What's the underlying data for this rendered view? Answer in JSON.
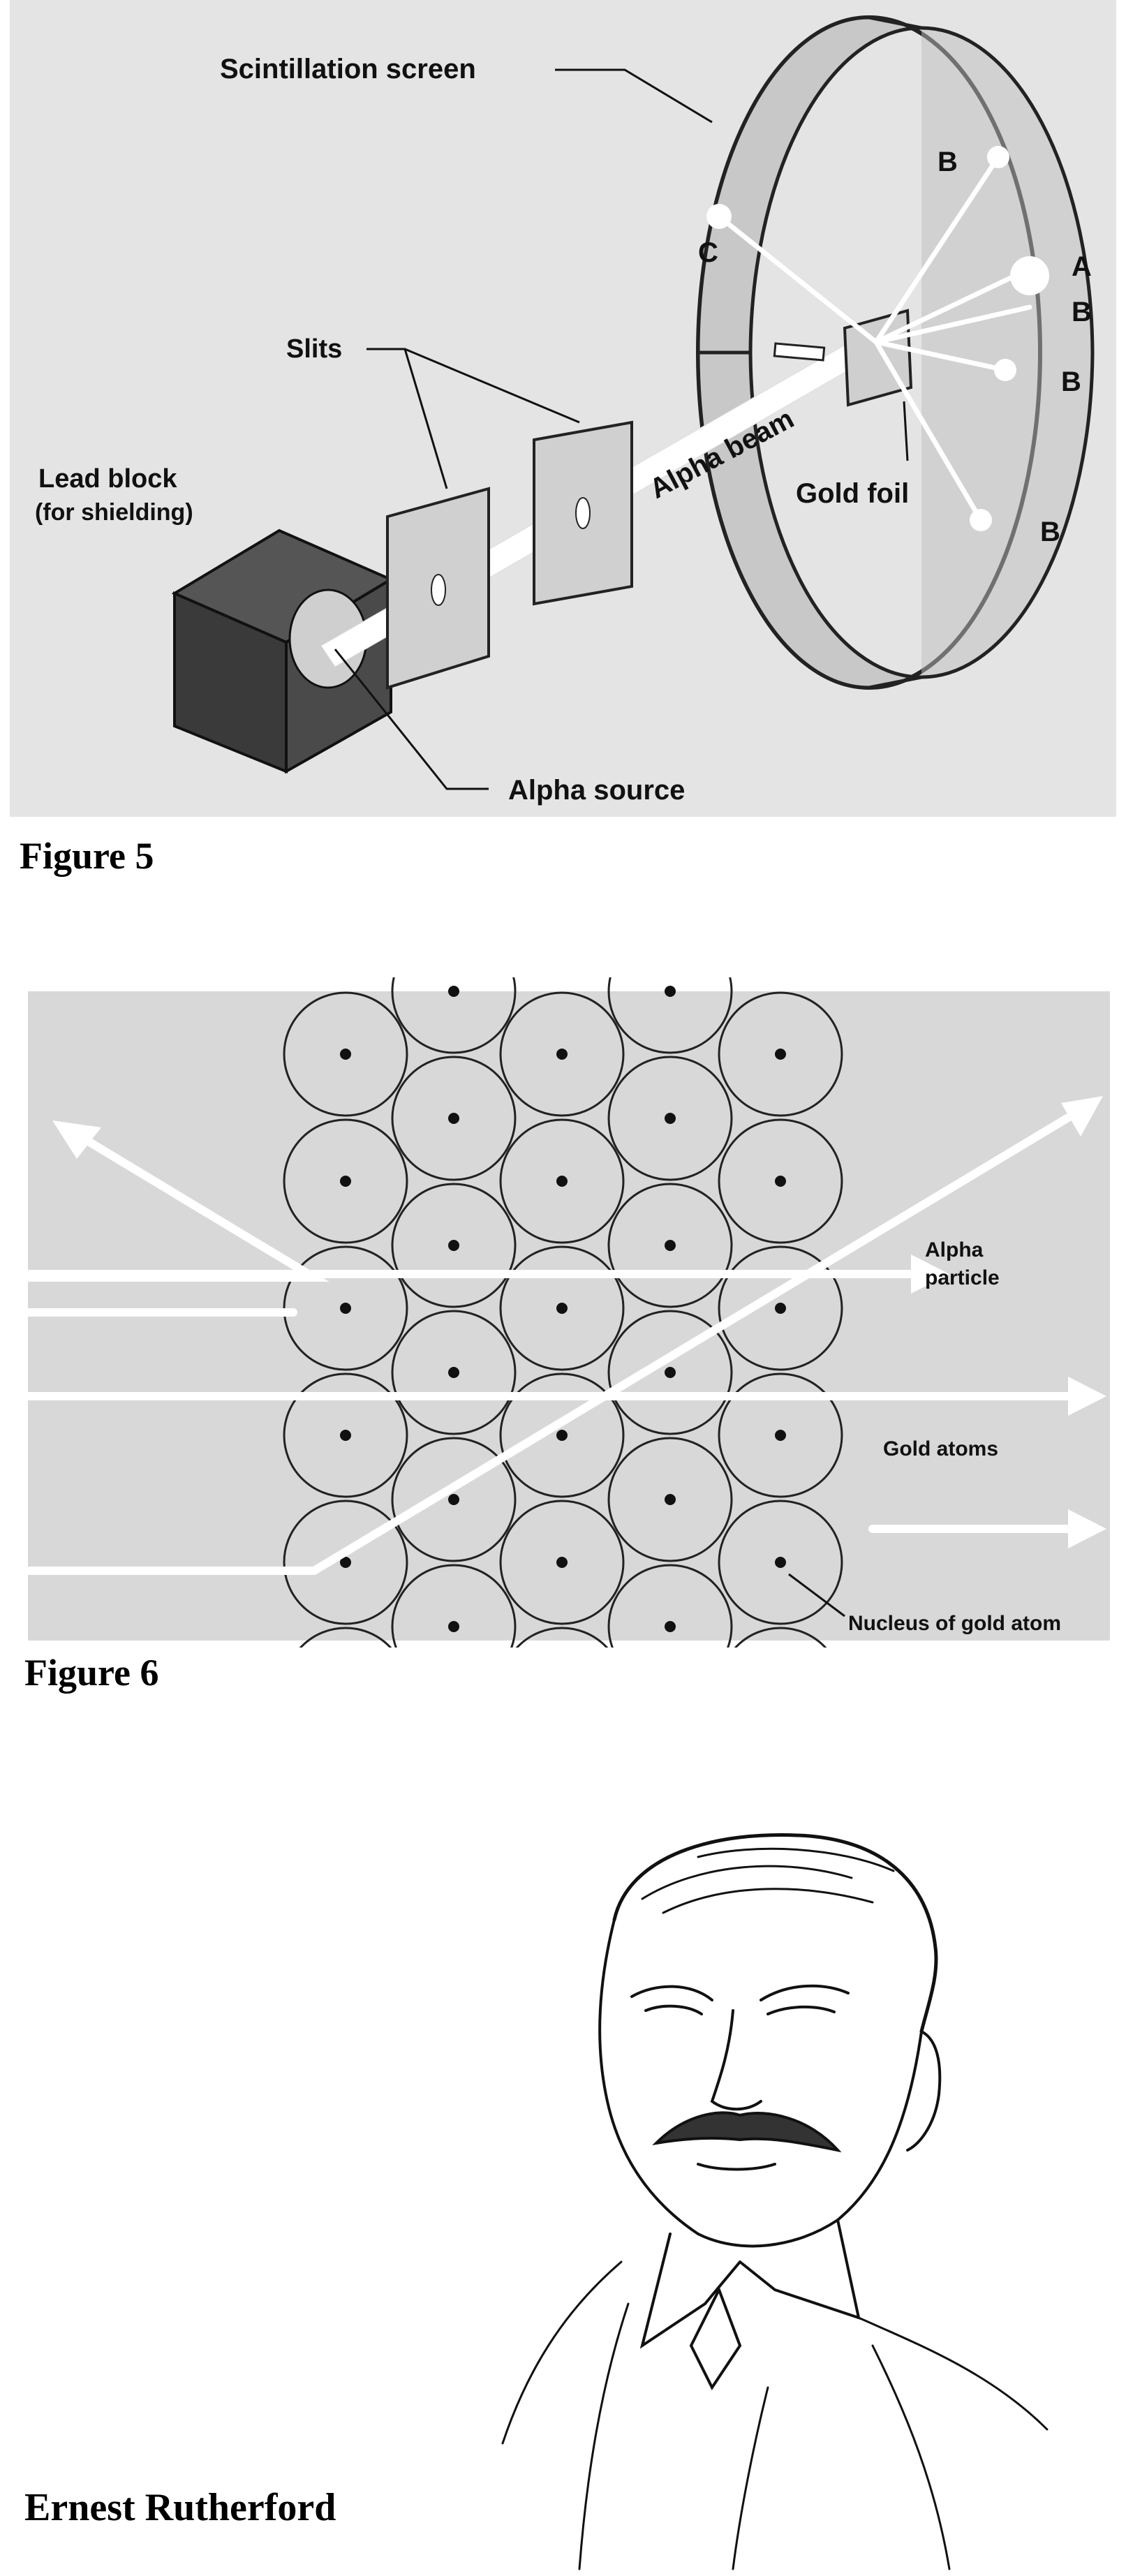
{
  "figure5": {
    "caption": "Figure 5",
    "labels": {
      "screen": "Scintillation screen",
      "slits": "Slits",
      "lead_block_1": "Lead block",
      "lead_block_2": "(for shielding)",
      "alpha_beam": "Alpha beam",
      "gold_foil": "Gold foil",
      "alpha_source": "Alpha source",
      "a": "A",
      "b": "B",
      "c": "C"
    }
  },
  "figure6": {
    "caption": "Figure 6",
    "labels": {
      "alpha_particle_1": "Alpha",
      "alpha_particle_2": "particle",
      "gold_atoms": "Gold atoms",
      "nucleus": "Nucleus of gold atom"
    }
  },
  "portrait": {
    "caption": "Ernest Rutherford"
  }
}
